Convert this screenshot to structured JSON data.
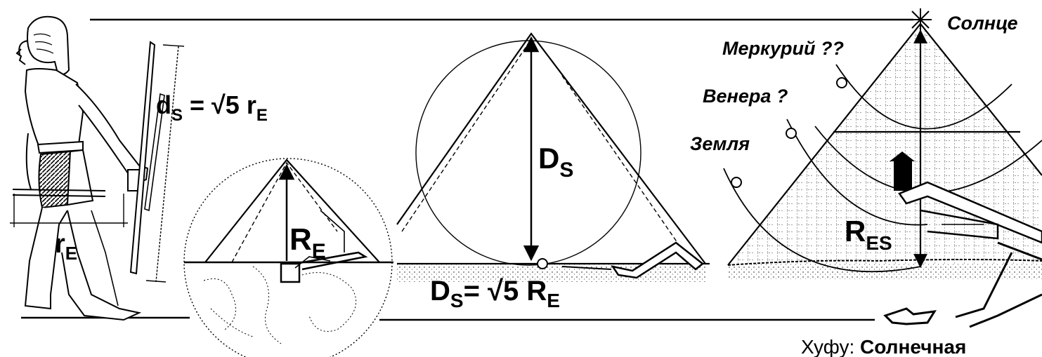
{
  "panel1": {
    "label_d": "d",
    "label_d_sub": "S",
    "formula_rest": " = √5 r",
    "formula_sub": "E",
    "label_r": "r",
    "label_r_sub": "E"
  },
  "panel2": {
    "label_R": "R",
    "label_R_sub": "E"
  },
  "panel3": {
    "label_D": "D",
    "label_D_sub": "S",
    "formula_D": "D",
    "formula_D_sub": "S",
    "formula_mid": "= √5 R",
    "formula_end_sub": "E"
  },
  "panel4": {
    "sun": "Солнце",
    "mercury": "Меркурий ??",
    "venus": "Венера ?",
    "earth": "Земля",
    "label_R": "R",
    "label_R_sub": "ES",
    "caption_prefix": "Хуфу: ",
    "caption_bold": "Солнечная"
  },
  "colors": {
    "ink": "#000000",
    "paper": "#ffffff"
  }
}
